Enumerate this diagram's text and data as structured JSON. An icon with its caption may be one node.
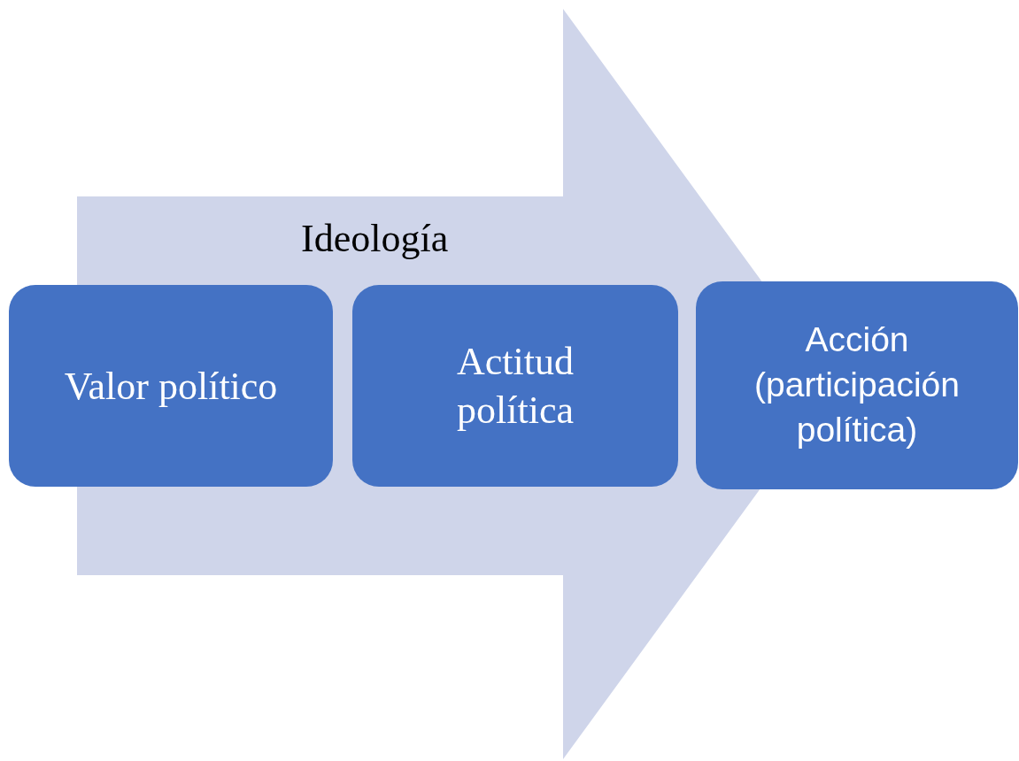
{
  "diagram": {
    "nodes": [
      {
        "text": [
          "Ideología"
        ]
      },
      {
        "text": [
          "Valor político"
        ]
      },
      {
        "text": [
          "Actitud política"
        ],
        "in": 0
      },
      {
        "text": [
          "Acción (participación política)"
        ]
      }
    ]
  }
}
